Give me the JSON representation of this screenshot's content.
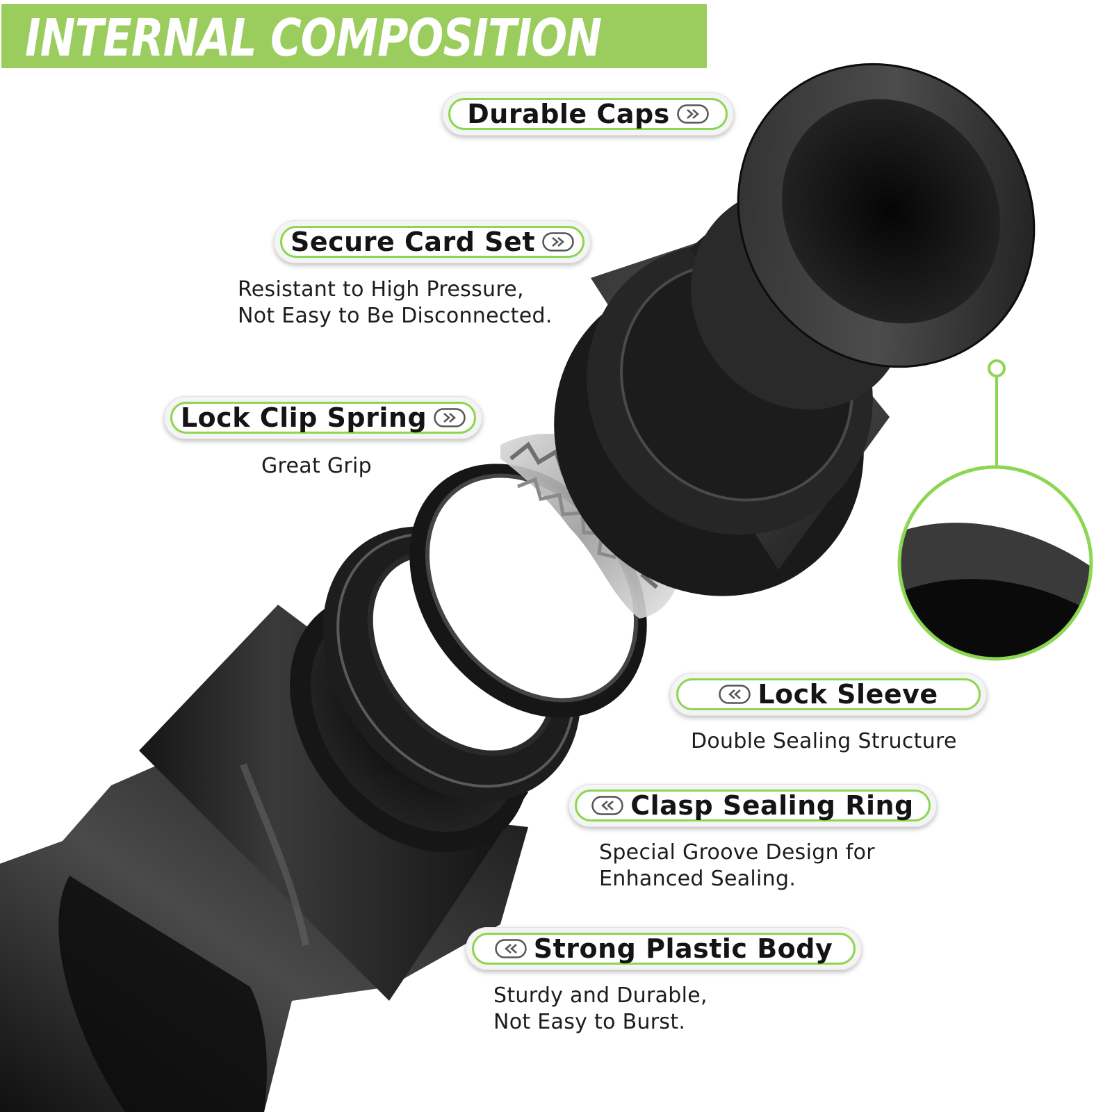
{
  "header": {
    "title": "INTERNAL COMPOSITION"
  },
  "labels": {
    "durable_caps": "Durable Caps",
    "secure_card_set": "Secure Card Set",
    "lock_clip_spring": "Lock Clip Spring",
    "lock_sleeve": "Lock Sleeve",
    "clasp_sealing_ring": "Clasp Sealing Ring",
    "strong_plastic_body": "Strong Plastic Body"
  },
  "descriptions": {
    "secure_card_set": [
      "Resistant to High Pressure,",
      "Not Easy to Be Disconnected."
    ],
    "lock_clip_spring": [
      "Great Grip"
    ],
    "lock_sleeve": [
      "Double Sealing Structure"
    ],
    "clasp_sealing_ring": [
      "Special Groove Design for",
      "Enhanced Sealing."
    ],
    "strong_plastic_body": [
      "Sturdy and Durable,",
      "Not Easy to Burst."
    ]
  },
  "icons": {
    "arrow_right": "double-chevron-right-icon",
    "arrow_left": "double-chevron-left-icon"
  },
  "colors": {
    "accent": "#9acd5e",
    "pill_border": "#8cd651",
    "part": "#1a1a1a"
  }
}
